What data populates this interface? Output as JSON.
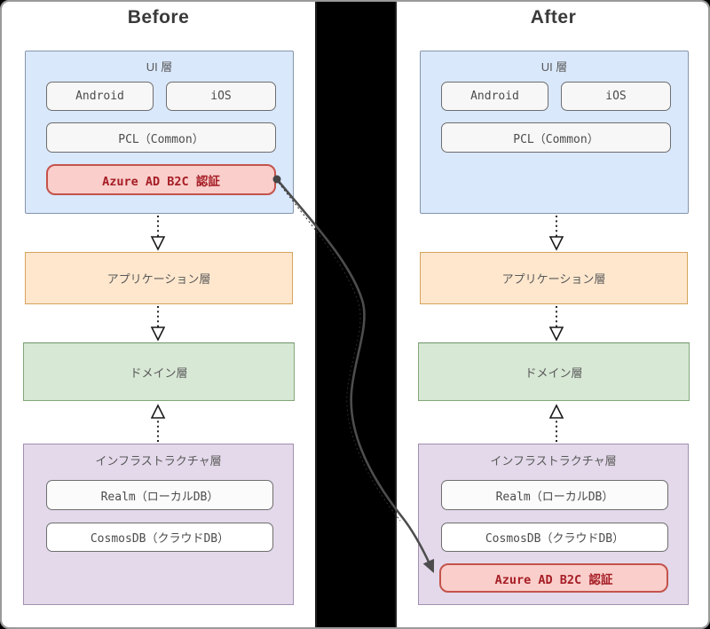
{
  "before": {
    "title": "Before",
    "ui_layer": {
      "label": "UI 層",
      "android": "Android",
      "ios": "iOS",
      "pcl": "PCL（Common）",
      "azure": "Azure AD B2C 認証"
    },
    "app_layer": {
      "label": "アプリケーション層"
    },
    "domain_layer": {
      "label": "ドメイン層"
    },
    "infra_layer": {
      "label": "インフラストラクチャ層",
      "realm": "Realm（ローカルDB）",
      "cosmos": "CosmosDB（クラウドDB）"
    }
  },
  "after": {
    "title": "After",
    "ui_layer": {
      "label": "UI 層",
      "android": "Android",
      "ios": "iOS",
      "pcl": "PCL（Common）"
    },
    "app_layer": {
      "label": "アプリケーション層"
    },
    "domain_layer": {
      "label": "ドメイン層"
    },
    "infra_layer": {
      "label": "インフラストラクチャ層",
      "realm": "Realm（ローカルDB）",
      "cosmos": "CosmosDB（クラウドDB）",
      "azure": "Azure AD B2C 認証"
    }
  },
  "colors": {
    "ui_fill": "#dae8fc",
    "ui_stroke": "#8595ab",
    "item_fill": "#f7f7f7",
    "item_stroke": "#6e6e6e",
    "azure_fill": "#f9cecb",
    "azure_stroke": "#c4534b",
    "azure_text": "#a61d25",
    "app_fill": "#ffe7cd",
    "app_stroke": "#d6a35c",
    "domain_fill": "#d7e8d5",
    "domain_stroke": "#83a779",
    "infra_fill": "#e3d9ea",
    "infra_stroke": "#a18fb0",
    "connector": "#4d4d4d",
    "gap_background": "#000000"
  }
}
